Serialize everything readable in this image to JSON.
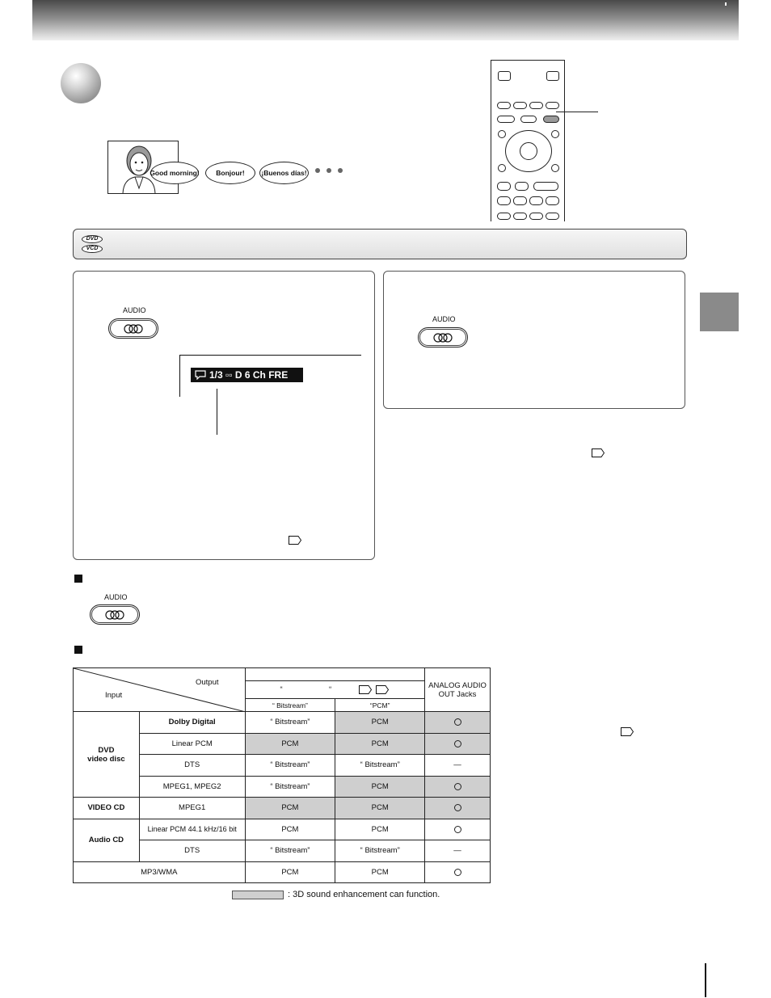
{
  "illustration": {
    "bubbles": [
      "Good morning!",
      "Bonjour!",
      "¡Buenos días!"
    ]
  },
  "disc_types": [
    "DVD",
    "VCD"
  ],
  "panels": {
    "audio_label": "AUDIO"
  },
  "osd": {
    "text": "1/3 ▫▫ D 6 Ch FRE"
  },
  "table": {
    "corner_output": "Output",
    "corner_input": "Input",
    "col_quote_open": "“",
    "col_quote_close": "“",
    "sub_bitstream": "“ Bitstream”",
    "sub_pcm": "“PCM”",
    "analog_header": "ANALOG AUDIO OUT Jacks",
    "groups": {
      "dvd": "DVD\nvideo disc",
      "vcd": "VIDEO CD",
      "acd": "Audio CD"
    },
    "rows": [
      {
        "input": "Dolby Digital",
        "c1": "“ Bitstream”",
        "c2": "PCM",
        "analog": "circle"
      },
      {
        "input": "Linear PCM",
        "c1": "PCM",
        "c2": "PCM",
        "analog": "circle"
      },
      {
        "input": "DTS",
        "c1": "“ Bitstream”",
        "c2": "“ Bitstream”",
        "analog": "—"
      },
      {
        "input": "MPEG1, MPEG2",
        "c1": "“ Bitstream”",
        "c2": "PCM",
        "analog": "circle"
      },
      {
        "input": "MPEG1",
        "c1": "PCM",
        "c2": "PCM",
        "analog": "circle"
      },
      {
        "input": "Linear PCM 44.1 kHz/16 bit",
        "c1": "PCM",
        "c2": "PCM",
        "analog": "circle"
      },
      {
        "input": "DTS",
        "c1": "“ Bitstream”",
        "c2": "“ Bitstream”",
        "analog": "—"
      },
      {
        "input": "MP3/WMA",
        "c1": "PCM",
        "c2": "PCM",
        "analog": "circle"
      }
    ],
    "legend": ": 3D sound enhancement can function."
  }
}
